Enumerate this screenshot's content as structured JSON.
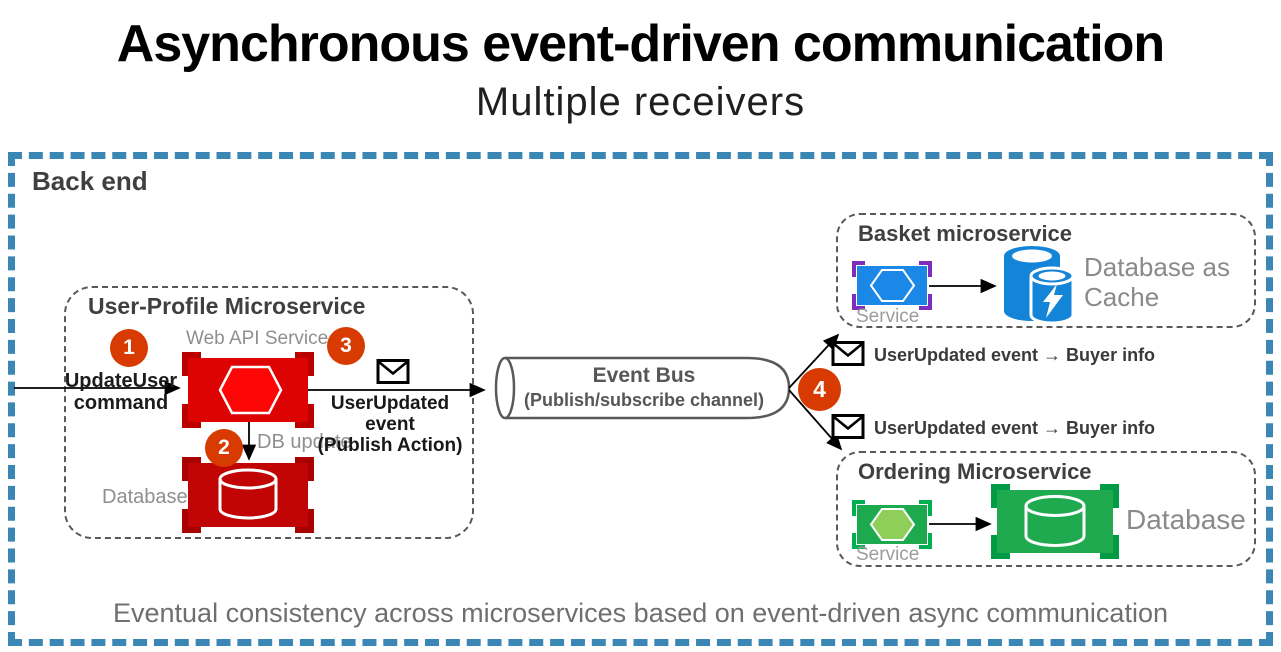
{
  "header": {
    "title": "Asynchronous event-driven communication",
    "subtitle": "Multiple receivers"
  },
  "backend": {
    "label": "Back end",
    "caption": "Eventual consistency across microservices based on event-driven async communication"
  },
  "steps": {
    "one": "1",
    "two": "2",
    "three": "3",
    "four": "4"
  },
  "user_profile": {
    "title": "User-Profile Microservice",
    "web_api_label": "Web API Service",
    "update_user_line1": "UpdateUser",
    "update_user_line2": "command",
    "publish_line1": "UserUpdated event",
    "publish_line2": "(Publish Action)",
    "db_update_label": "DB update",
    "database_label": "Database"
  },
  "event_bus": {
    "line1": "Event Bus",
    "line2": "(Publish/subscribe channel)"
  },
  "basket": {
    "title": "Basket microservice",
    "service_label": "Service",
    "event_label": "UserUpdated event → Buyer info",
    "db_line1": "Database as",
    "db_line2": "Cache"
  },
  "ordering": {
    "title": "Ordering Microservice",
    "service_label": "Service",
    "event_label": "UserUpdated event → Buyer info",
    "db_label": "Database"
  },
  "colors": {
    "border_blue": "#3A87B6",
    "step_orange": "#D83B01",
    "service_red": "#DD0303",
    "hexagon_red": "#FF0606",
    "database_red": "#C10505",
    "service_blue": "#1B87E6",
    "bracket_purple": "#7E2EBC",
    "cache_blue": "#1384D7",
    "service_green": "#1DA94E",
    "hexagon_light_green": "#8FCE58",
    "database_green": "#1FAA4F"
  }
}
